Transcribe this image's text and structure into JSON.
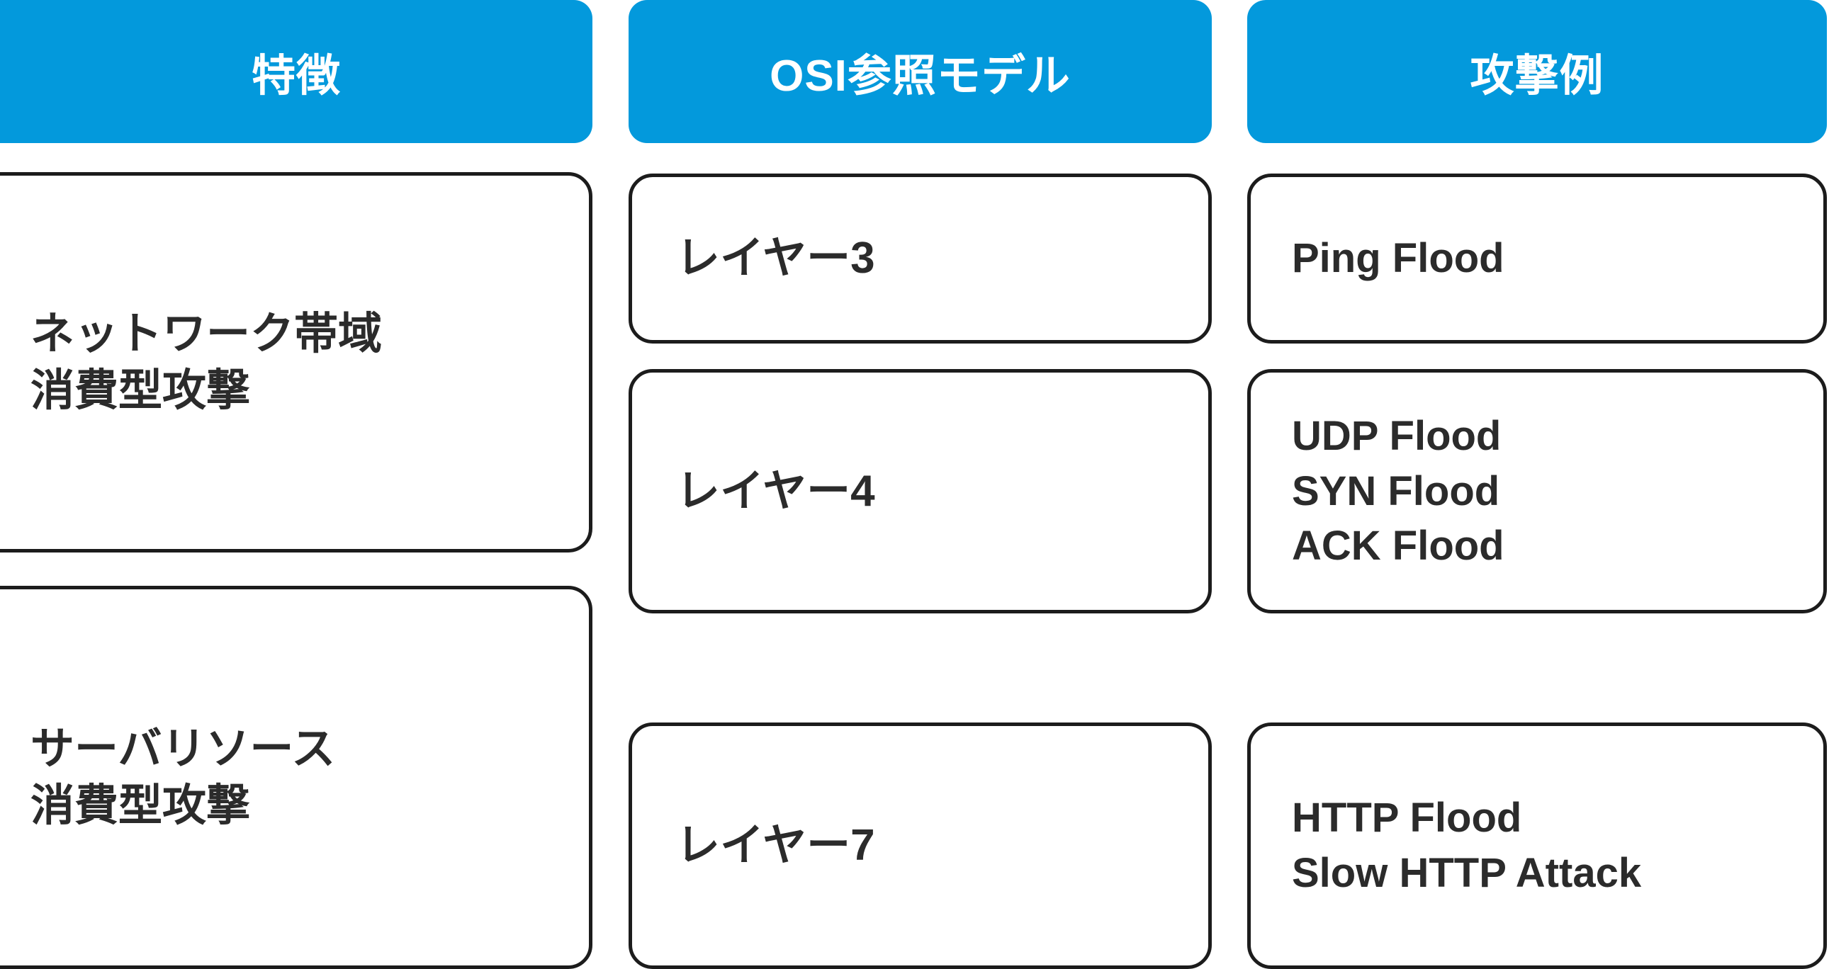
{
  "theme": {
    "header_bg": "#0399dc",
    "header_text": "#ffffff",
    "cell_border": "#1c1c1c",
    "cell_bg": "#ffffff",
    "cell_text": "#2b2b2b"
  },
  "table": {
    "headers": [
      {
        "label": "特徴"
      },
      {
        "label": "OSI参照モデル"
      },
      {
        "label": "攻撃例"
      }
    ],
    "feature_column": [
      {
        "lines": [
          "ネットワーク帯域",
          "消費型攻撃"
        ]
      },
      {
        "lines": [
          "サーバリソース",
          "消費型攻撃"
        ]
      }
    ],
    "osi_column": [
      {
        "lines": [
          "レイヤー3"
        ]
      },
      {
        "lines": [
          "レイヤー4"
        ]
      },
      {
        "lines": [
          "レイヤー7"
        ]
      }
    ],
    "attack_column": [
      {
        "lines": [
          "Ping Flood"
        ]
      },
      {
        "lines": [
          "UDP Flood",
          "SYN Flood",
          "ACK Flood"
        ]
      },
      {
        "lines": [
          "HTTP Flood",
          "Slow HTTP Attack"
        ]
      }
    ]
  }
}
